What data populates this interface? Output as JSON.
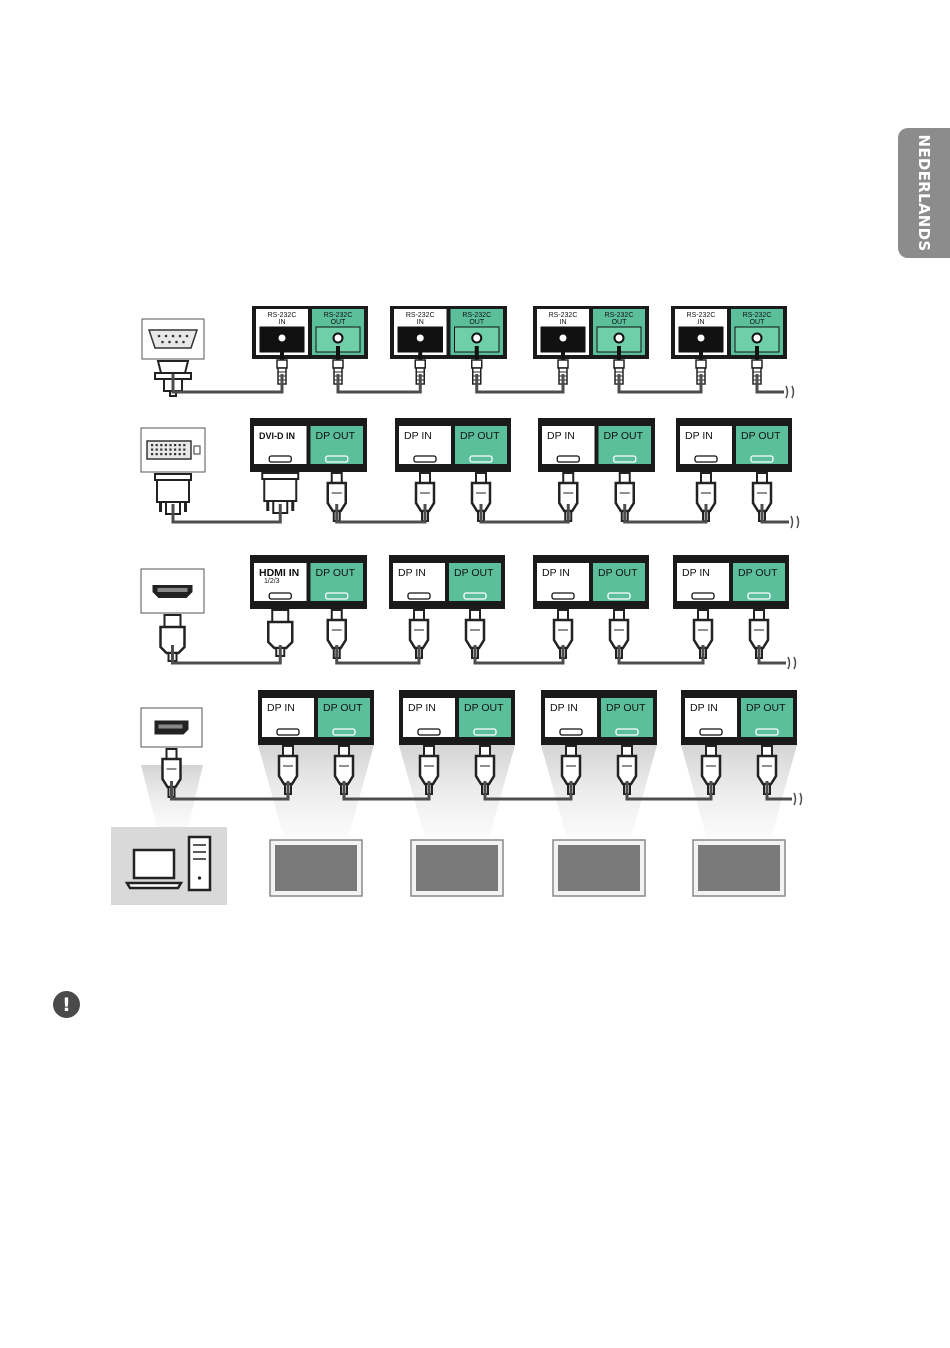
{
  "side_tab": {
    "label": "NEDERLANDS"
  },
  "colors": {
    "panel": "#1a1a1a",
    "port_in_bg": "#ffffff",
    "port_out_bg": "#5bbf9c",
    "cable": "#4d4d4d",
    "source_bg": "#d9d9d9",
    "screen_fill": "#7a7a7a",
    "beam": "#c8c8c8"
  },
  "rows": [
    {
      "id": "rs232",
      "source_icon": "serial-port-icon",
      "monitors": [
        {
          "in": {
            "line1": "RS-232C",
            "line2": "IN"
          },
          "out": {
            "line1": "RS-232C",
            "line2": "OUT"
          }
        },
        {
          "in": {
            "line1": "RS-232C",
            "line2": "IN"
          },
          "out": {
            "line1": "RS-232C",
            "line2": "OUT"
          }
        },
        {
          "in": {
            "line1": "RS-232C",
            "line2": "IN"
          },
          "out": {
            "line1": "RS-232C",
            "line2": "OUT"
          }
        },
        {
          "in": {
            "line1": "RS-232C",
            "line2": "IN"
          },
          "out": {
            "line1": "RS-232C",
            "line2": "OUT"
          }
        }
      ]
    },
    {
      "id": "dvi",
      "source_icon": "dvi-port-icon",
      "monitors": [
        {
          "in": {
            "line1": "DVI-D IN",
            "line2": ""
          },
          "out": {
            "line1": "DP OUT",
            "line2": ""
          }
        },
        {
          "in": {
            "line1": "DP IN",
            "line2": ""
          },
          "out": {
            "line1": "DP OUT",
            "line2": ""
          }
        },
        {
          "in": {
            "line1": "DP IN",
            "line2": ""
          },
          "out": {
            "line1": "DP OUT",
            "line2": ""
          }
        },
        {
          "in": {
            "line1": "DP IN",
            "line2": ""
          },
          "out": {
            "line1": "DP OUT",
            "line2": ""
          }
        }
      ]
    },
    {
      "id": "hdmi",
      "source_icon": "hdmi-port-icon",
      "monitors": [
        {
          "in": {
            "line1": "HDMI IN",
            "line2": "1/2/3"
          },
          "out": {
            "line1": "DP OUT",
            "line2": ""
          }
        },
        {
          "in": {
            "line1": "DP IN",
            "line2": ""
          },
          "out": {
            "line1": "DP OUT",
            "line2": ""
          }
        },
        {
          "in": {
            "line1": "DP IN",
            "line2": ""
          },
          "out": {
            "line1": "DP OUT",
            "line2": ""
          }
        },
        {
          "in": {
            "line1": "DP IN",
            "line2": ""
          },
          "out": {
            "line1": "DP OUT",
            "line2": ""
          }
        }
      ]
    },
    {
      "id": "dp",
      "source_icon": "displayport-icon",
      "monitors": [
        {
          "in": {
            "line1": "DP IN",
            "line2": ""
          },
          "out": {
            "line1": "DP OUT",
            "line2": ""
          }
        },
        {
          "in": {
            "line1": "DP IN",
            "line2": ""
          },
          "out": {
            "line1": "DP OUT",
            "line2": ""
          }
        },
        {
          "in": {
            "line1": "DP IN",
            "line2": ""
          },
          "out": {
            "line1": "DP OUT",
            "line2": ""
          }
        },
        {
          "in": {
            "line1": "DP IN",
            "line2": ""
          },
          "out": {
            "line1": "DP OUT",
            "line2": ""
          }
        }
      ]
    }
  ],
  "source_devices": [
    "laptop-icon",
    "desktop-tower-icon"
  ],
  "note_icon": "exclamation-icon",
  "note_symbol": "!"
}
